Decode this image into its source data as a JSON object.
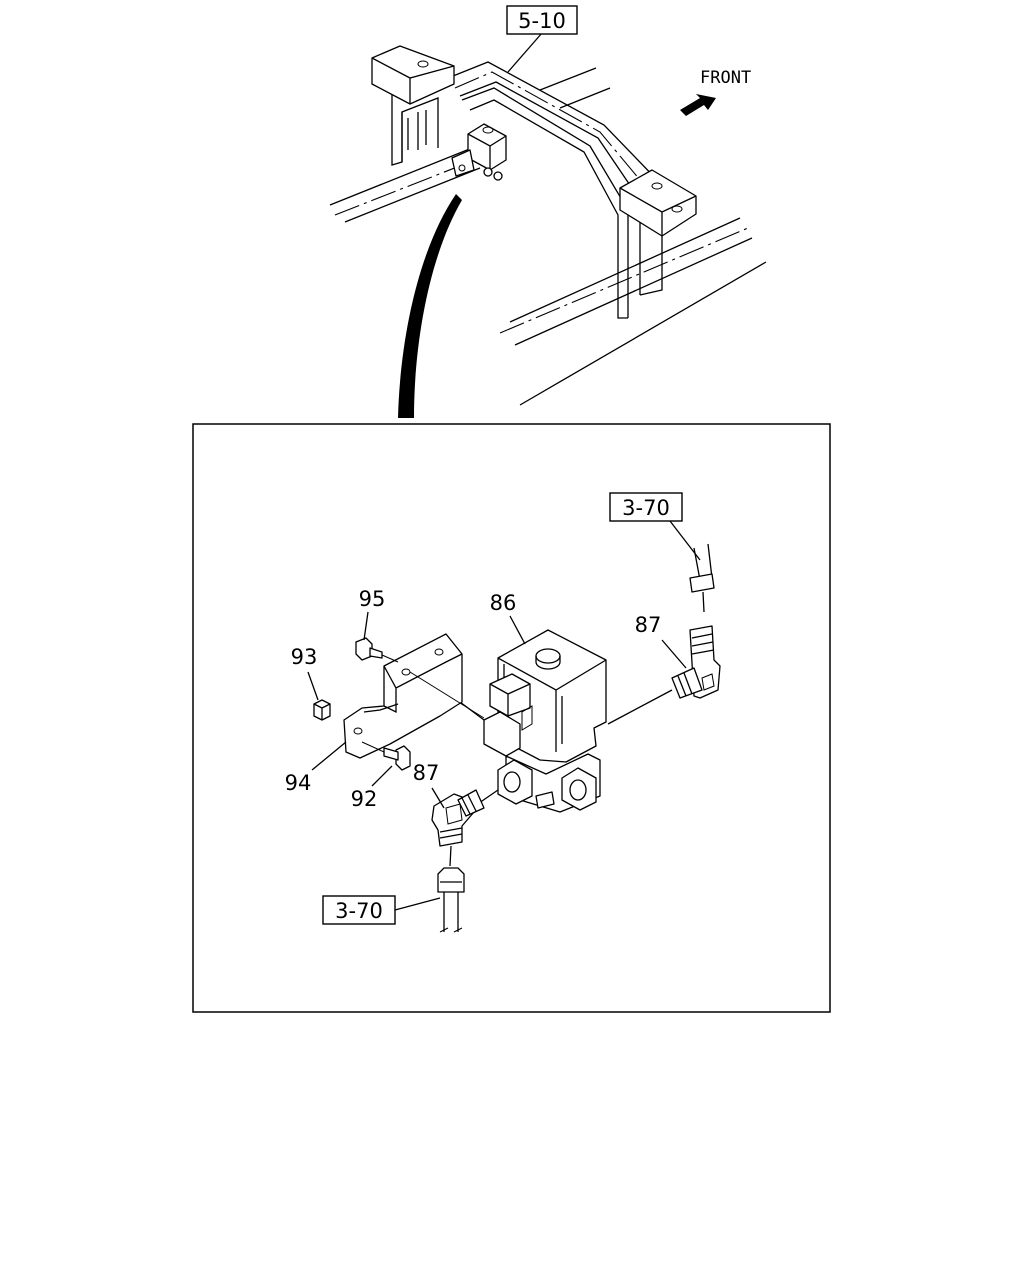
{
  "refs": {
    "top": "5-10",
    "upper_right": "3-70",
    "lower_left": "3-70"
  },
  "direction": {
    "label": "FRONT"
  },
  "parts": {
    "p95": "95",
    "p86": "86",
    "p87_upper": "87",
    "p93": "93",
    "p94": "94",
    "p92": "92",
    "p87_lower": "87"
  }
}
